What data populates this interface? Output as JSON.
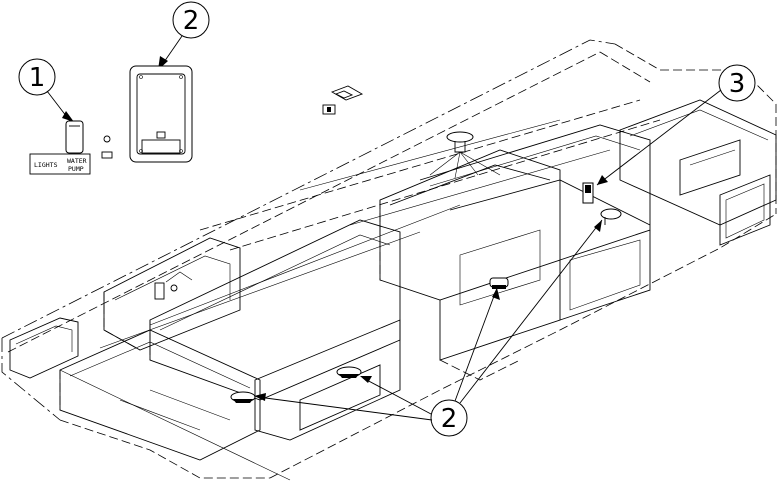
{
  "callouts": [
    {
      "id": "switch",
      "number": "1"
    },
    {
      "id": "panel",
      "number": "2"
    },
    {
      "id": "fixture-small",
      "number": "3"
    },
    {
      "id": "ceiling-lights",
      "number": "2"
    }
  ],
  "switch_labels": {
    "lights": "LIGHTS",
    "water_line1": "WATER",
    "water_line2": "PUMP"
  },
  "colors": {
    "line": "#000000",
    "background": "#ffffff"
  }
}
